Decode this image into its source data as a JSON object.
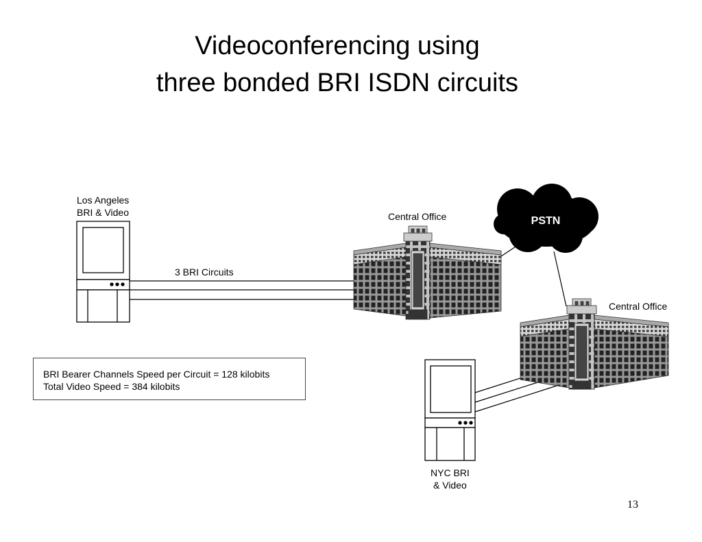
{
  "title": {
    "line1": "Videoconferencing using",
    "line2": "three bonded BRI ISDN circuits"
  },
  "nodes": {
    "la_terminal": {
      "line1": "Los Angeles",
      "line2": "BRI & Video"
    },
    "nyc_terminal": {
      "line1": "NYC BRI",
      "line2": "& Video"
    },
    "central_office_1": "Central Office",
    "central_office_2": "Central Office",
    "pstn": "PSTN"
  },
  "links": {
    "bri_circuits": "3 BRI Circuits"
  },
  "info_box": {
    "line1": "BRI Bearer Channels Speed per Circuit = 128 kilobits",
    "line2": "Total Video Speed = 384 kilobits"
  },
  "page_number": "13",
  "colors": {
    "cloud": "#000000",
    "building_facade": "#8a8a8a",
    "window": "#222222",
    "line": "#000000"
  }
}
